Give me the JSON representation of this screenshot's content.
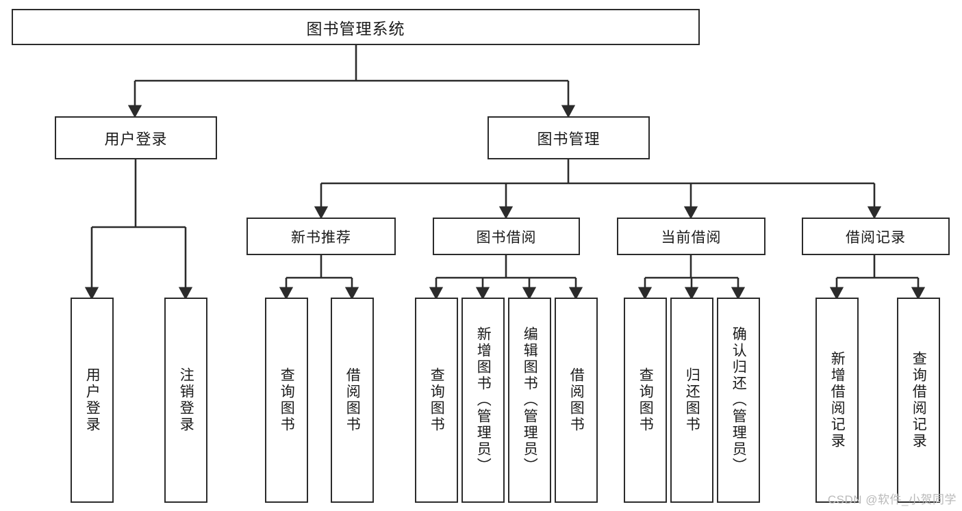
{
  "diagram": {
    "type": "tree",
    "title": "图书管理系统",
    "root": {
      "id": "root",
      "label": "图书管理系统"
    },
    "level2": [
      {
        "id": "user-login",
        "label": "用户登录"
      },
      {
        "id": "book-manage",
        "label": "图书管理"
      }
    ],
    "level3": [
      {
        "id": "new-book-recommend",
        "label": "新书推荐"
      },
      {
        "id": "book-borrow",
        "label": "图书借阅"
      },
      {
        "id": "current-borrow",
        "label": "当前借阅"
      },
      {
        "id": "borrow-record",
        "label": "借阅记录"
      }
    ],
    "leaves": [
      {
        "id": "leaf-user-login",
        "parent": "user-login",
        "label": "用户登录"
      },
      {
        "id": "leaf-logout",
        "parent": "user-login",
        "label": "注销登录"
      },
      {
        "id": "leaf-query-book-1",
        "parent": "new-book-recommend",
        "label": "查询图书"
      },
      {
        "id": "leaf-borrow-book-1",
        "parent": "new-book-recommend",
        "label": "借阅图书"
      },
      {
        "id": "leaf-query-book-2",
        "parent": "book-borrow",
        "label": "查询图书"
      },
      {
        "id": "leaf-add-book",
        "parent": "book-borrow",
        "label": "新增图书（管理员）"
      },
      {
        "id": "leaf-edit-book",
        "parent": "book-borrow",
        "label": "编辑图书（管理员）"
      },
      {
        "id": "leaf-borrow-book-2",
        "parent": "book-borrow",
        "label": "借阅图书"
      },
      {
        "id": "leaf-query-book-3",
        "parent": "current-borrow",
        "label": "查询图书"
      },
      {
        "id": "leaf-return-book",
        "parent": "current-borrow",
        "label": "归还图书"
      },
      {
        "id": "leaf-confirm-return",
        "parent": "current-borrow",
        "label": "确认归还（管理员）"
      },
      {
        "id": "leaf-add-record",
        "parent": "borrow-record",
        "label": "新增借阅记录"
      },
      {
        "id": "leaf-query-record",
        "parent": "borrow-record",
        "label": "查询借阅记录"
      }
    ]
  },
  "watermark": {
    "text": "CSDN @软件_小贺同学"
  },
  "colors": {
    "stroke": "#2b2b2b",
    "fill": "#ffffff",
    "text": "#1a1a1a",
    "watermark": "#b9b9b9"
  }
}
